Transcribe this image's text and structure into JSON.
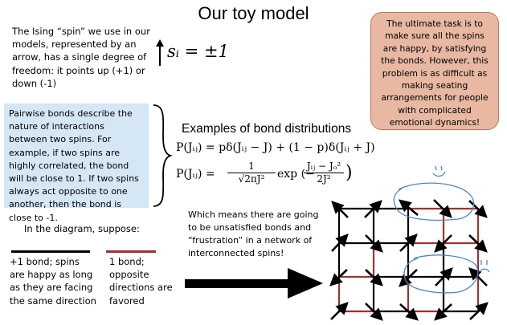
{
  "title": "Our toy model",
  "intro_text": "The Ising “spin”  we use in our models, represented by an arrow, has a single degree of freedom: it points up (+1) or down (-1)",
  "spin_formula": "sᵢ = ±1",
  "callout_text": "The ultimate task is to make sure all the spins are happy, by satisfying the bonds. However, this problem is as difficult as making seating arrangements for people with complicated emotional dynamics!",
  "pairwise_text": "Pairwise bonds describe the nature of interactions between two spins. For example, if two spins are highly correlated, the bond will be close to 1. If two spins always act opposite to one another, then the bond is close to -1.",
  "examples_title": "Examples of bond distributions",
  "equations": {
    "eq1": "P(Jᵢⱼ) = pδ(Jᵢⱼ − J) + (1 − p)δ(Jᵢⱼ + J)",
    "eq2_lhs": "P(Jᵢⱼ) =",
    "eq2_frac1_num": "1",
    "eq2_frac1_den": "√2πJ²",
    "eq2_exp": "exp (−",
    "eq2_frac2_num": "Jᵢⱼ − Jₒ²",
    "eq2_frac2_den": "2J²",
    "eq2_close": ")"
  },
  "diagram_intro": "In the diagram, suppose:",
  "legend": {
    "plus_text": "+1 bond; spins are happy as long as they are facing the same direction",
    "minus_text": "1 bond; opposite directions are favored",
    "plus_color": "#000000",
    "minus_color": "#a2312b"
  },
  "frustration_text": "Which means there are going to be unsatisfied bonds and “frustration” in a network of interconnected spins!",
  "colors": {
    "callout_fill": "#e8b8a2",
    "pairwise_fill": "#d5e6f5",
    "annotation_blue": "#4f86c6"
  }
}
